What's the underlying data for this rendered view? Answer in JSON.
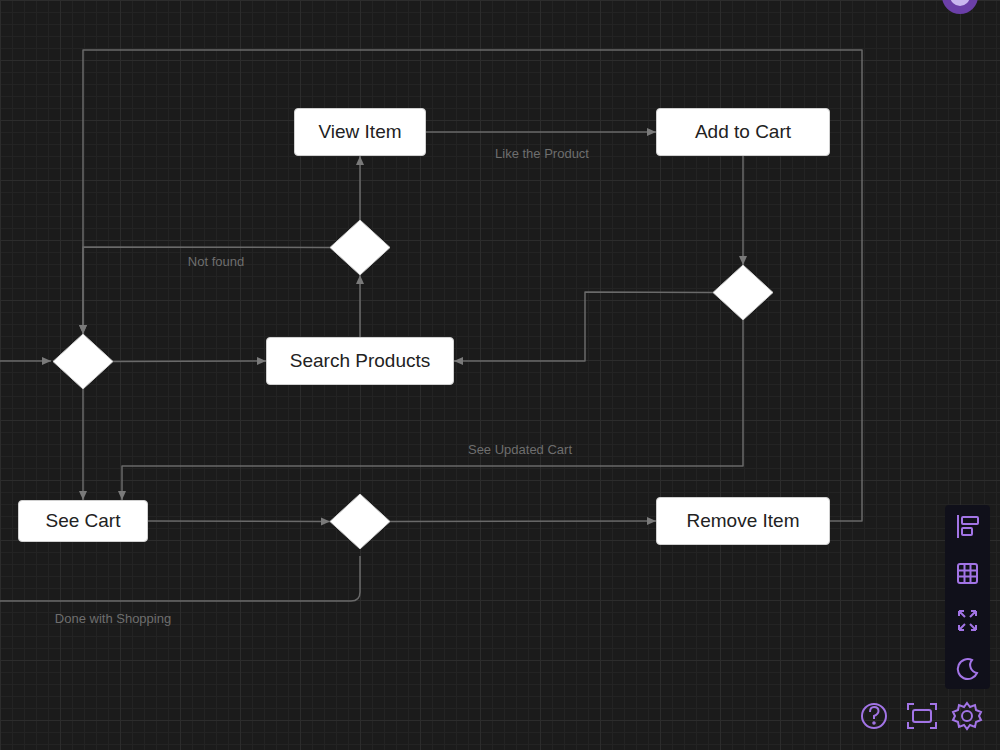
{
  "diagram": {
    "nodes": [
      {
        "text": [
          "View Item"
        ]
      },
      {
        "text": [
          "Add to Cart"
        ]
      },
      {
        "text": []
      },
      {
        "text": []
      },
      {
        "text": []
      },
      {
        "text": [
          "Search Products"
        ]
      },
      {
        "text": [
          "See Cart"
        ]
      },
      {
        "text": []
      },
      {
        "text": [
          "Remove Item"
        ]
      }
    ],
    "edges": [
      {
        "from": 0,
        "to": 1,
        "label": "Like the Product",
        "arrow": "to"
      },
      {
        "from": 1,
        "to": 3,
        "arrow": "to"
      },
      {
        "from": 3,
        "to": 5,
        "arrow": "to"
      },
      {
        "from": 3,
        "to": 6,
        "label": "See Updated Cart",
        "arrow": "to"
      },
      {
        "from": 5,
        "to": 2,
        "arrow": "to"
      },
      {
        "from": 2,
        "to": 0,
        "arrow": "to"
      },
      {
        "from": 2,
        "to": 4,
        "label": "Not found",
        "arrow": "to"
      },
      {
        "from": 8,
        "to": 4,
        "arrow": "to"
      },
      {
        "from": 4,
        "to": 5,
        "arrow": "to"
      },
      {
        "from": 4,
        "to": 6,
        "arrow": "to"
      },
      {
        "from": 6,
        "to": 7,
        "arrow": "to"
      },
      {
        "from": 7,
        "to": 8,
        "arrow": "to"
      }
    ],
    "labels": [
      "Done with Shopping"
    ]
  }
}
